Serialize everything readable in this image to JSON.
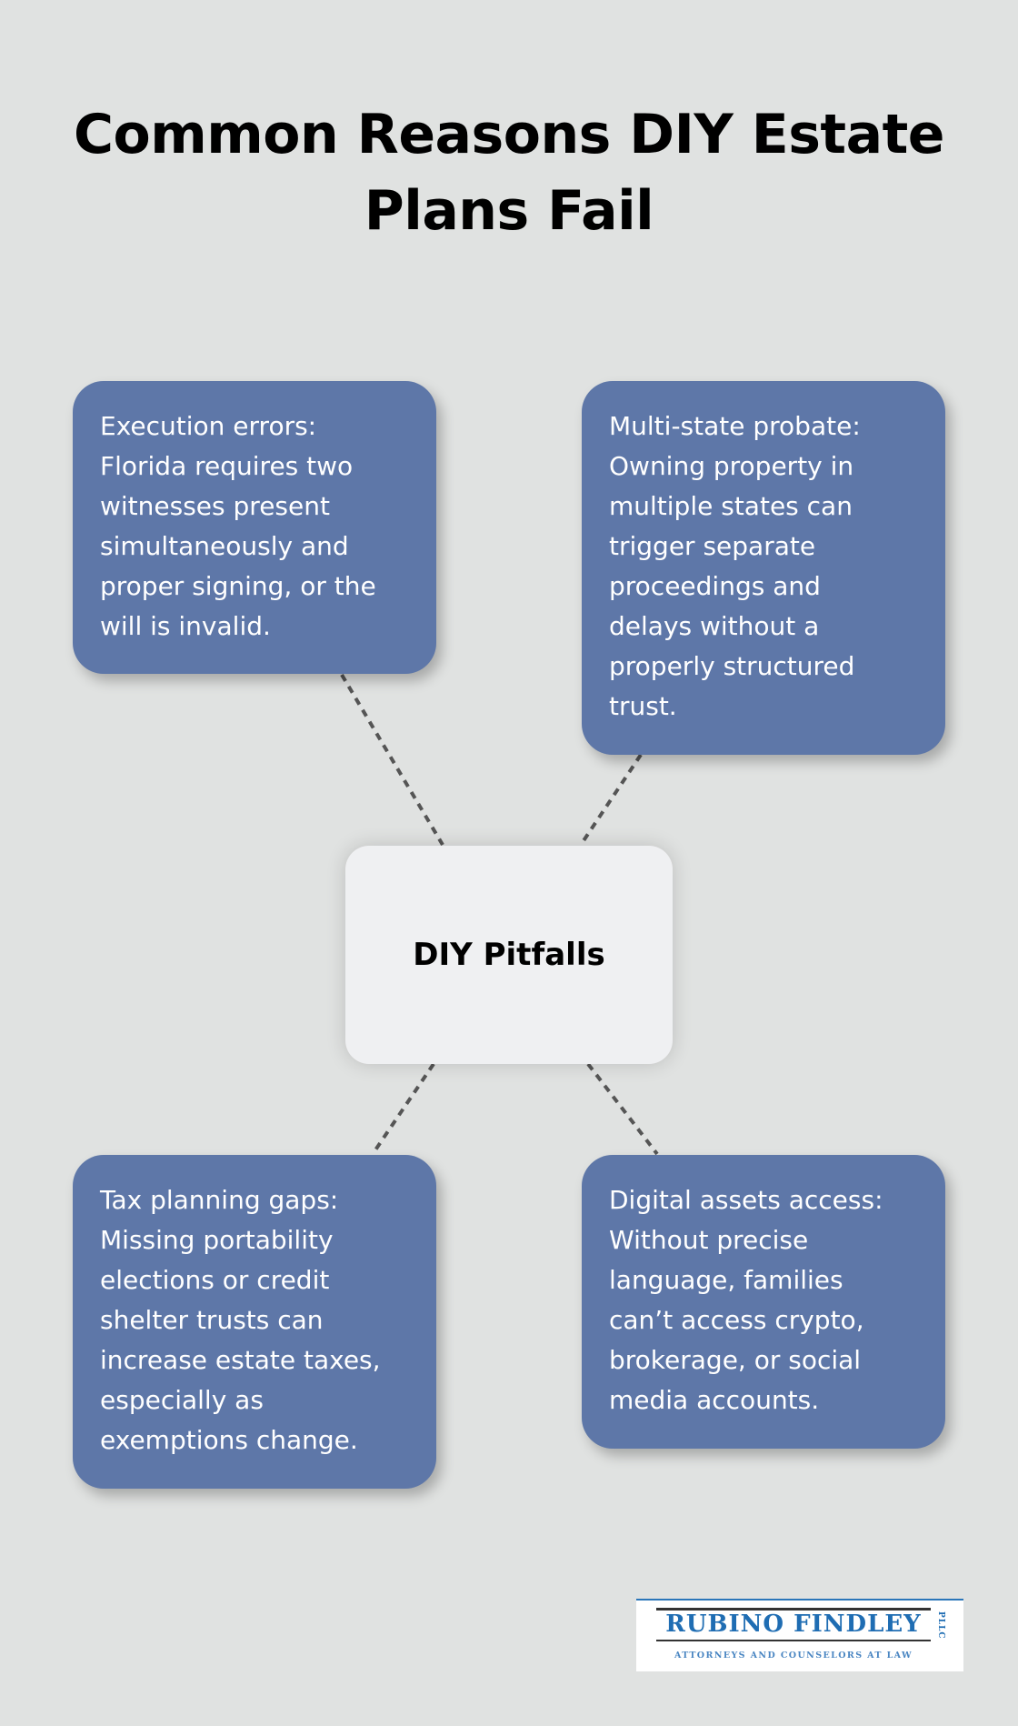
{
  "title": {
    "line1": "Common Reasons DIY Estate",
    "line2": "Plans Fail"
  },
  "center": {
    "label": "DIY Pitfalls"
  },
  "cards": [
    {
      "position": "top-left",
      "lines": [
        "Execution errors:",
        "Florida requires two",
        "witnesses present",
        "simultaneously and",
        "proper signing, or the",
        "will is invalid."
      ]
    },
    {
      "position": "top-right",
      "lines": [
        "Multi-state probate:",
        "Owning property in",
        "multiple states can",
        "trigger separate",
        "proceedings and",
        "delays without a",
        "properly structured",
        "trust."
      ]
    },
    {
      "position": "bottom-left",
      "lines": [
        "Tax planning gaps:",
        "Missing portability",
        "elections or credit",
        "shelter trusts can",
        "increase estate taxes,",
        "especially as",
        "exemptions change."
      ]
    },
    {
      "position": "bottom-right",
      "lines": [
        "Digital assets access:",
        "Without precise",
        "language, families",
        "can’t access crypto,",
        "brokerage, or social",
        "media accounts."
      ]
    }
  ],
  "logo": {
    "name": "RUBINO FINDLEY",
    "suffix": "PLLC",
    "tagline": "ATTORNEYS AND COUNSELORS AT LAW"
  },
  "colors": {
    "background": "#e0e2e1",
    "card": "#5e77a8",
    "center_card": "#eff0f2",
    "connector": "#555555",
    "logo_blue": "#1f6db3"
  }
}
